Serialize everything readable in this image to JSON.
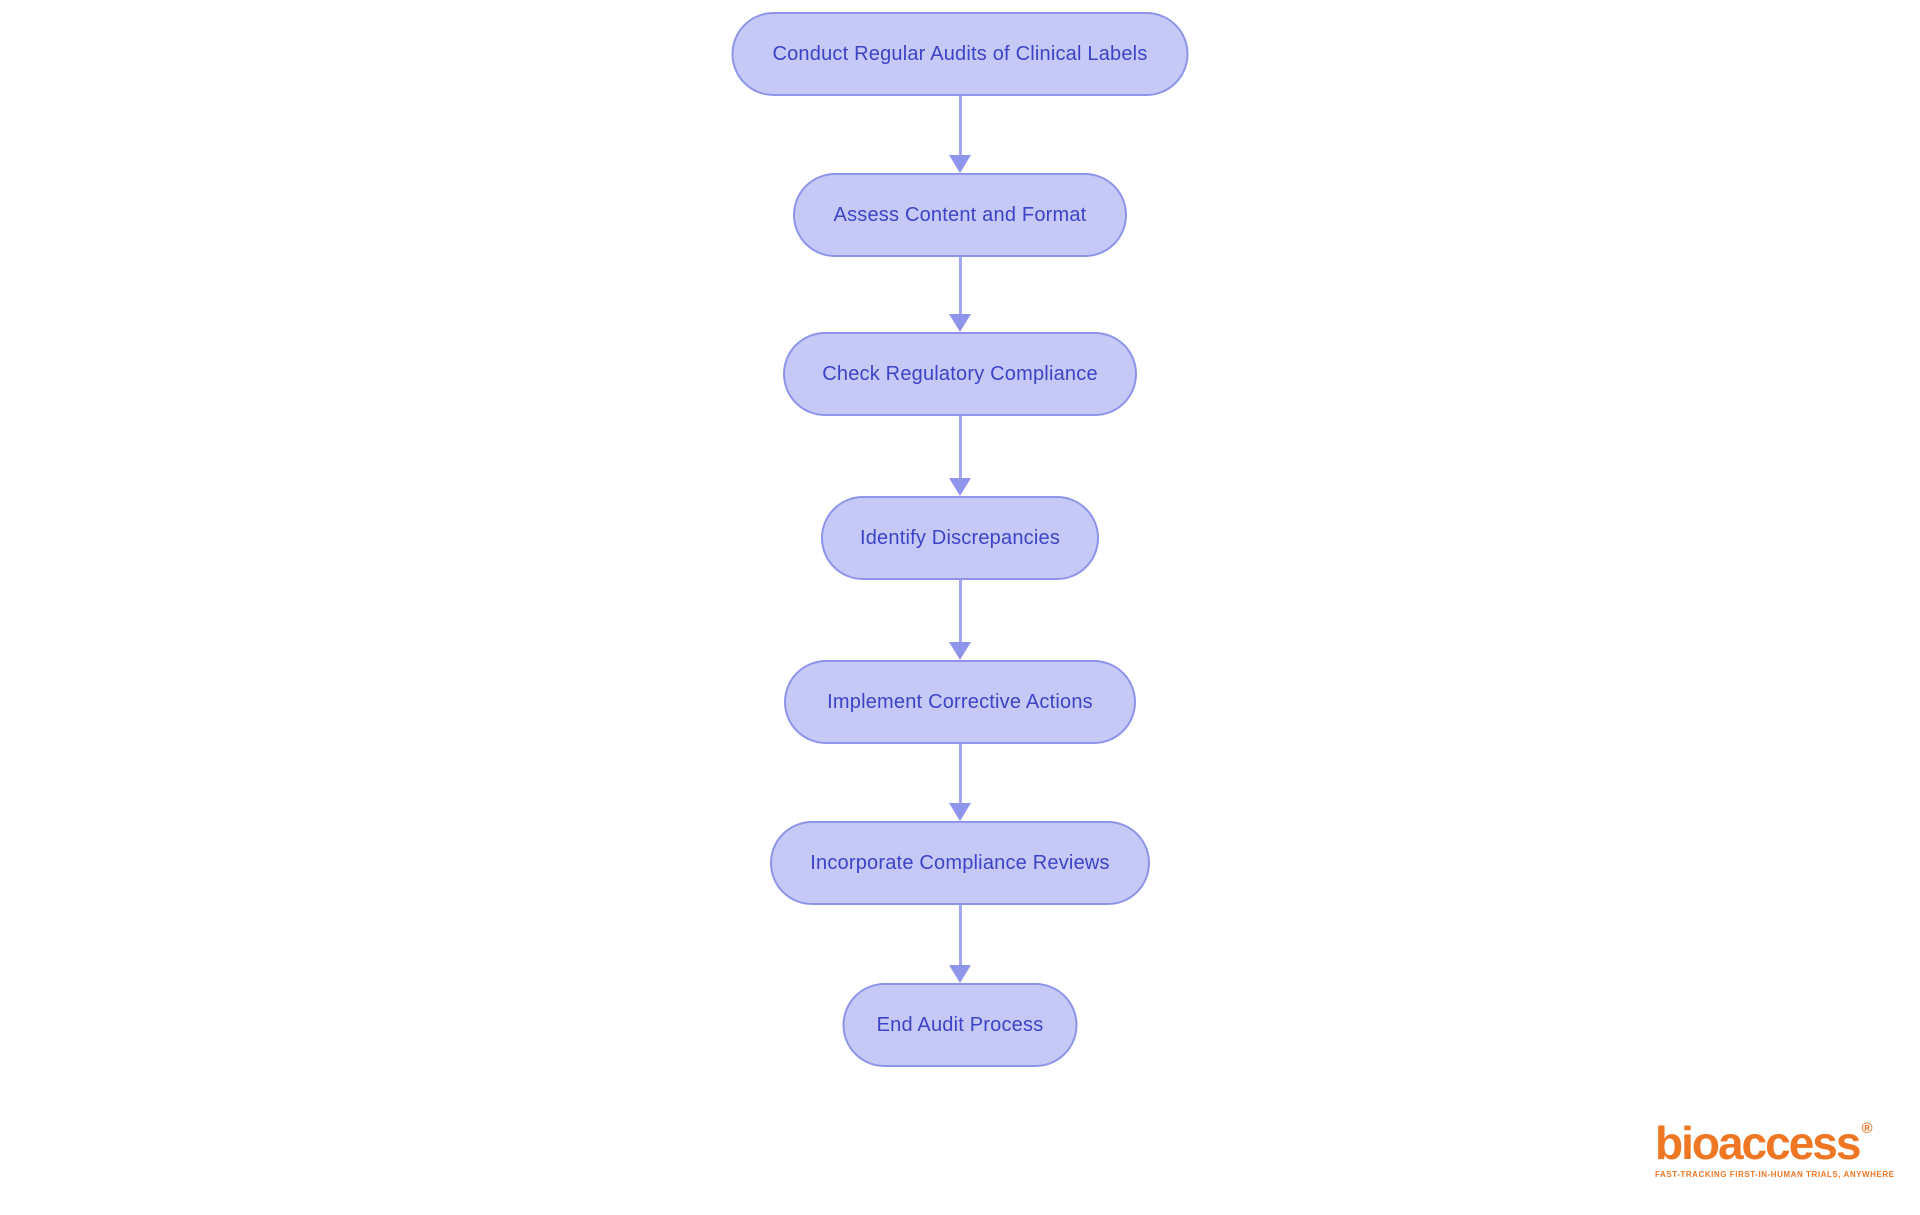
{
  "flowchart": {
    "nodes": [
      {
        "label": "Conduct Regular Audits of Clinical Labels"
      },
      {
        "label": "Assess Content and Format"
      },
      {
        "label": "Check Regulatory Compliance"
      },
      {
        "label": "Identify Discrepancies"
      },
      {
        "label": "Implement Corrective Actions"
      },
      {
        "label": "Incorporate Compliance Reviews"
      },
      {
        "label": "End Audit Process"
      }
    ],
    "colors": {
      "node_fill": "#c6c9f6",
      "node_border": "#8e94ea",
      "node_text": "#3c43c6",
      "arrow_line": "#a2a7f0",
      "arrow_head": "#8f95ea"
    }
  },
  "logo": {
    "wordmark": "bioaccess",
    "registered_mark": "®",
    "tagline": "FAST-TRACKING FIRST-IN-HUMAN TRIALS, ANYWHERE",
    "color": "#ef7622"
  }
}
